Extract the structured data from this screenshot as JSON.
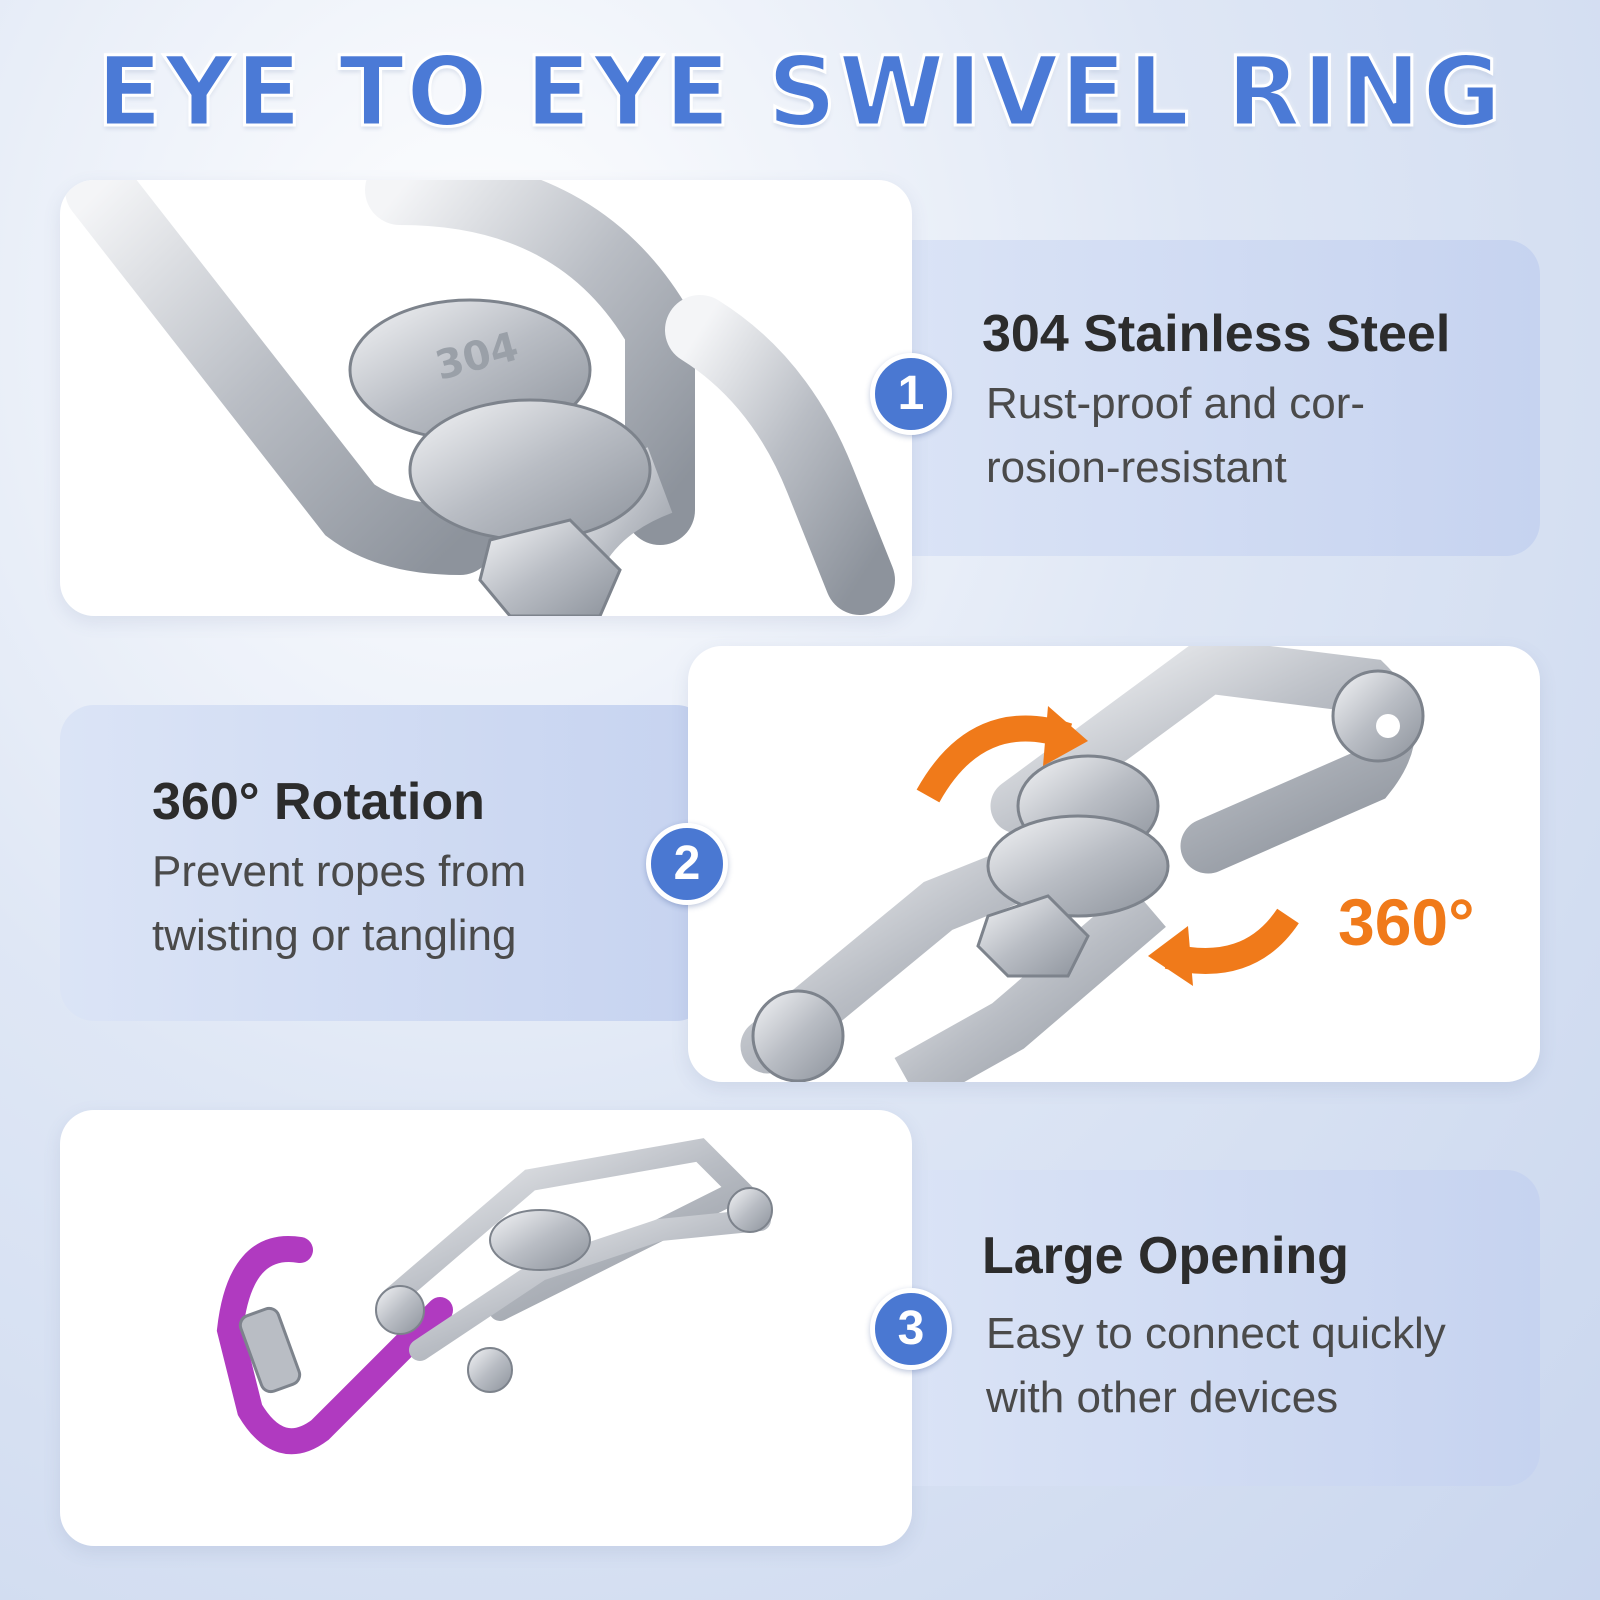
{
  "title": "EYE TO EYE SWIVEL RING",
  "colors": {
    "accent_blue": "#4b7ad6",
    "badge_blue": "#4a78d2",
    "orange": "#f07a1a",
    "carabiner": "#b03ac0"
  },
  "features": [
    {
      "number": "1",
      "title": "304 Stainless Steel",
      "desc": "Rust-proof and cor-\nrosion-resistant"
    },
    {
      "number": "2",
      "title": "360° Rotation",
      "desc": "Prevent ropes from\ntwisting or tangling"
    },
    {
      "number": "3",
      "title": "Large Opening",
      "desc": "Easy to connect quickly\nwith other devices"
    }
  ],
  "rotation_label": "360°",
  "stamp_text": "304"
}
